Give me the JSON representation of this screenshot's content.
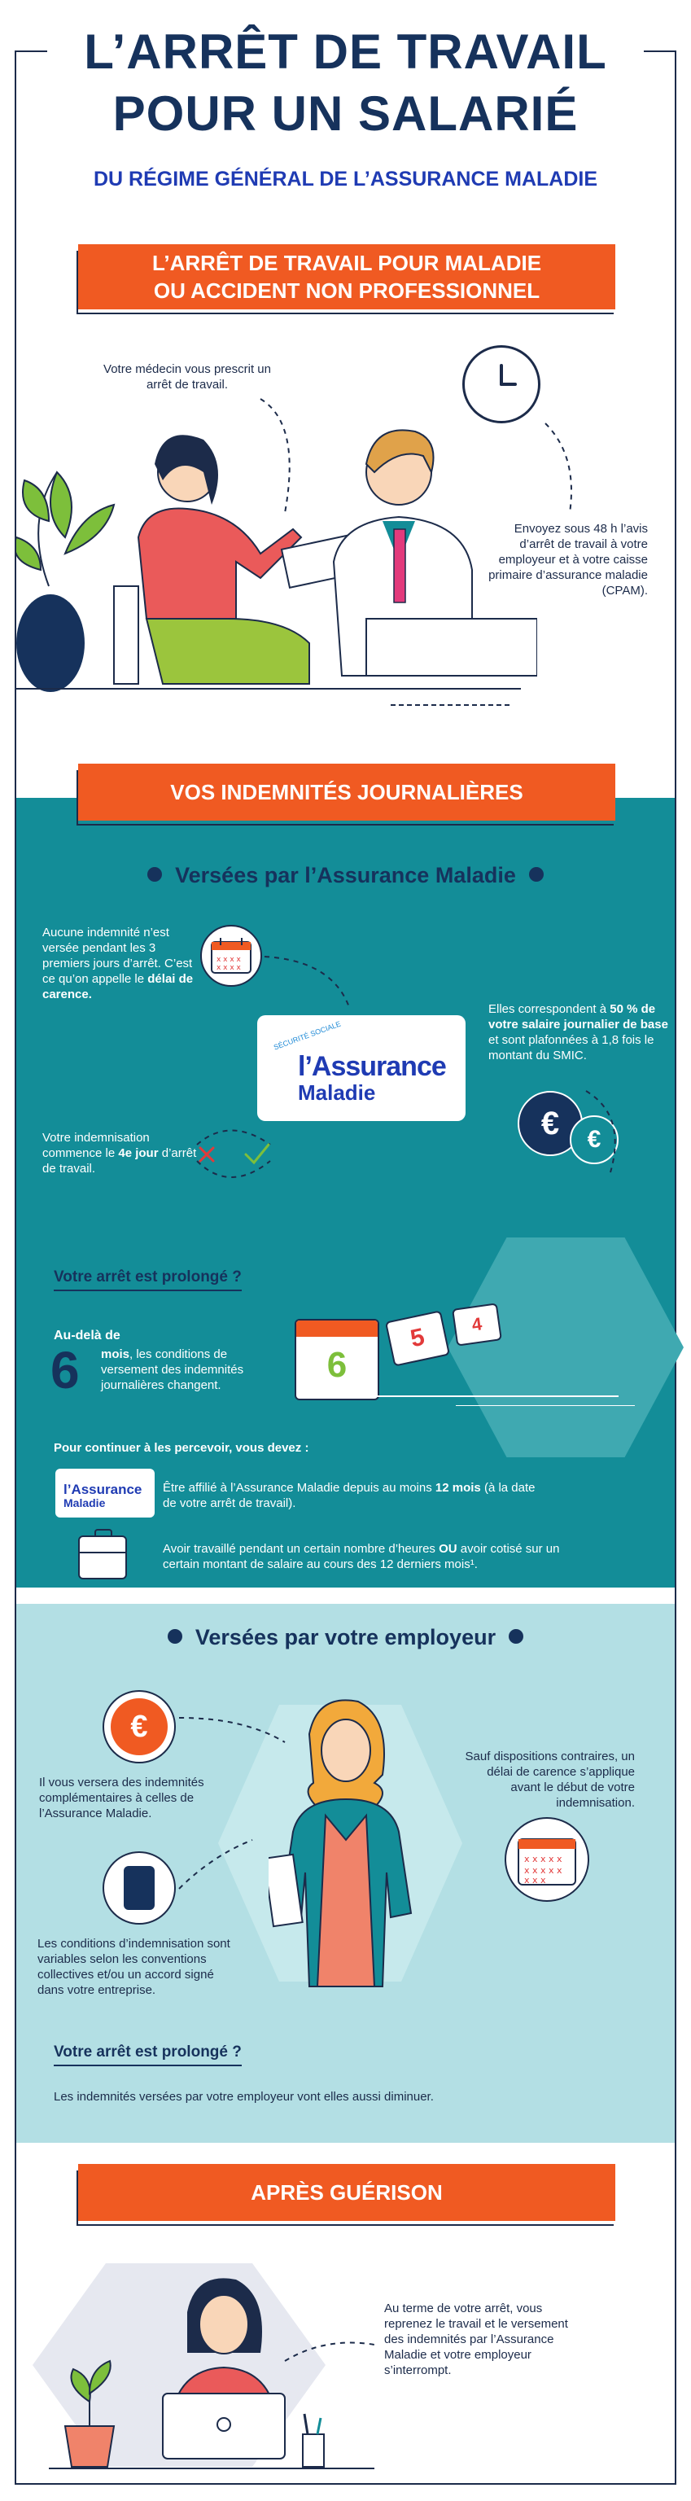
{
  "header": {
    "title_line1": "L’ARRÊT DE TRAVAIL",
    "title_line2": "POUR UN SALARIÉ",
    "subtitle": "DU RÉGIME GÉNÉRAL DE L’ASSURANCE MALADIE"
  },
  "section1": {
    "banner_line1": "L’ARRÊT DE TRAVAIL POUR MALADIE",
    "banner_line2": "OU ACCIDENT NON PROFESSIONNEL",
    "doctor_text": "Votre médecin vous prescrit un arrêt de travail.",
    "send_text": "Envoyez sous 48 h l’avis d’arrêt de travail à votre employeur et à votre caisse primaire d’assurance maladie (CPAM)."
  },
  "section2": {
    "banner": "VOS INDEMNITÉS JOURNALIÈRES",
    "head": "Versées par l’Assurance Maladie",
    "carence_text_1": "Aucune indemnité n’est versée pendant les 3 premiers jours d’arrêt. C’est ce qu’on appelle le ",
    "carence_text_bold": "délai de carence.",
    "logo_small": "SÉCURITÉ SOCIALE",
    "logo_line1": "l’Assurance",
    "logo_line2": "Maladie",
    "percent_text_1": "Elles correspondent à ",
    "percent_text_bold": "50 % de votre salaire journalier de base",
    "percent_text_2": " et sont plafonnées à 1,8 fois le montant du SMIC.",
    "start_text_1": "Votre indemnisation commence le ",
    "start_text_bold": "4e jour",
    "start_text_2": " d’arrêt de travail.",
    "prolong_title": "Votre arrêt est prolongé ?",
    "beyond_label": "Au-delà de",
    "beyond_number": "6",
    "beyond_text_bold": "mois",
    "beyond_text": ", les conditions de versement des indemnités journalières changent.",
    "cal_num_big": "6",
    "cal_num_mid": "5",
    "cal_num_small": "4",
    "continue_title": "Pour continuer à les percevoir, vous devez :",
    "cond1_text_1": "Être affilié à l’Assurance Maladie depuis au moins ",
    "cond1_text_bold": "12 mois",
    "cond1_text_2": " (à la date de votre arrêt de travail).",
    "cond2_text_1": "Avoir travaillé pendant un certain nombre d’heures ",
    "cond2_text_bold": "OU",
    "cond2_text_2": " avoir cotisé sur un certain montant de salaire au cours des 12 derniers mois¹."
  },
  "section3": {
    "head": "Versées par votre employeur",
    "complement_text": "Il vous versera des indemnités complémentaires à celles de l’Assurance Maladie.",
    "carence_text": "Sauf dispositions contraires, un délai de carence s’applique avant le début de votre indemnisation.",
    "conditions_text": "Les conditions d’indemnisation sont variables selon les conventions collectives et/ou un accord signé dans votre entreprise.",
    "prolong_title": "Votre arrêt est prolongé ?",
    "prolong_text": "Les indemnités versées par votre employeur vont elles aussi diminuer."
  },
  "section4": {
    "banner": "APRÈS GUÉRISON",
    "text": "Au terme de votre arrêt, vous reprenez le travail et le versement des indemnités par l’Assurance Maladie et votre employeur s’interrompt."
  },
  "colors": {
    "orange": "#f05a22",
    "navy": "#16325c",
    "teal": "#138d98",
    "light_teal": "#b3dfe4",
    "blue": "#1f3bb3"
  },
  "icons": [
    "clock-icon",
    "calendar-icon",
    "euro-icon",
    "check-icon",
    "cross-icon",
    "briefcase-icon",
    "wallet-icon",
    "plant-icon"
  ]
}
